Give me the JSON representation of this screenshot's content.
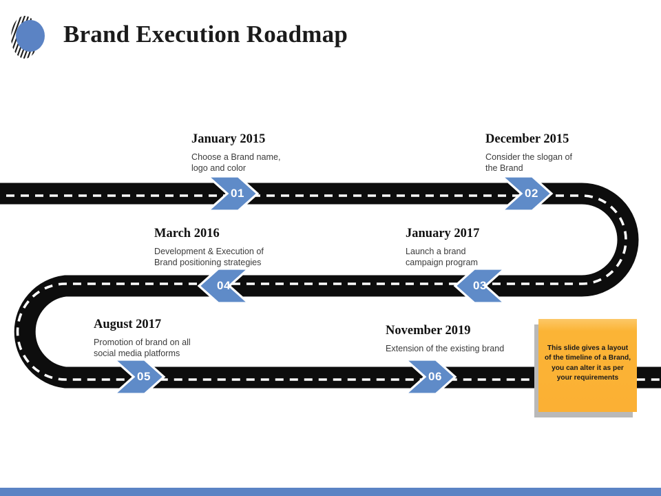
{
  "header": {
    "title": "Brand Execution Roadmap",
    "logo_icon": "striped-circle-logo"
  },
  "theme": {
    "accent_blue": "#5b83c4",
    "marker_blue": "#5f8bc8",
    "marker_blue_dark": "#2c5f9e",
    "road_black": "#0d0d0d",
    "road_dash_white": "#ffffff",
    "note_orange": "#fbb034",
    "note_shadow_gray": "#b9b9b9",
    "bottom_bar": "#5b83c4"
  },
  "milestones": [
    {
      "number": "01",
      "date": "January 2015",
      "description": "Choose a Brand name,\nlogo and color",
      "direction": "right"
    },
    {
      "number": "02",
      "date": "December 2015",
      "description": "Consider the slogan of\nthe Brand",
      "direction": "right"
    },
    {
      "number": "03",
      "date": "January 2017",
      "description": "Launch a brand\ncampaign program",
      "direction": "left"
    },
    {
      "number": "04",
      "date": "March 2016",
      "description": "Development & Execution of\nBrand positioning strategies",
      "direction": "left"
    },
    {
      "number": "05",
      "date": "August 2017",
      "description": "Promotion of brand on all\nsocial media platforms",
      "direction": "right"
    },
    {
      "number": "06",
      "date": "November 2019",
      "description": "Extension of the existing brand",
      "direction": "right"
    }
  ],
  "sticky_note": {
    "text": "This slide gives a layout of the timeline of a Brand, you can alter it as per your requirements"
  }
}
